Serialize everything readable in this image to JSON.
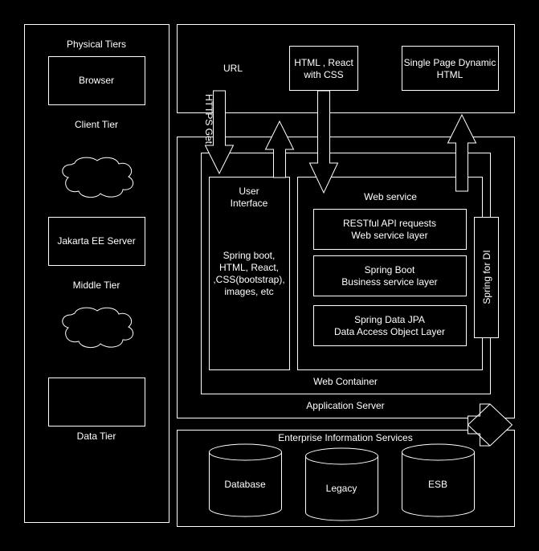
{
  "tiers": {
    "title": "Physical Tiers",
    "browser": "Browser",
    "client_tier": "Client Tier",
    "jakarta_server": "Jakarta EE Server",
    "middle_tier": "Middle Tier",
    "data_tier": "Data Tier"
  },
  "top": {
    "url": "URL",
    "html_react_line1": "HTML , React",
    "html_react_line2": "with CSS",
    "spa_line1": "Single Page Dynamic",
    "spa_line2": "HTML",
    "https_get": "HTTPS Get"
  },
  "app": {
    "ui_line1": "User",
    "ui_line2": "Interface",
    "ui_detail_line1": "Spring boot,",
    "ui_detail_line2": "HTML, React,",
    "ui_detail_line3": ",CSS(bootstrap),",
    "ui_detail_line4": "images, etc",
    "web_service": "Web service",
    "restful_line1": "RESTful API requests",
    "restful_line2": "Web service layer",
    "business_line1": "Spring Boot",
    "business_line2": "Business service layer",
    "dao_line1": "Spring Data JPA",
    "dao_line2": "Data Access Object Layer",
    "spring_di": "Spring for DI",
    "web_container": "Web Container",
    "app_server": "Application Server"
  },
  "eis": {
    "title": "Enterprise Information Services",
    "database": "Database",
    "legacy": "Legacy",
    "esb": "ESB"
  }
}
